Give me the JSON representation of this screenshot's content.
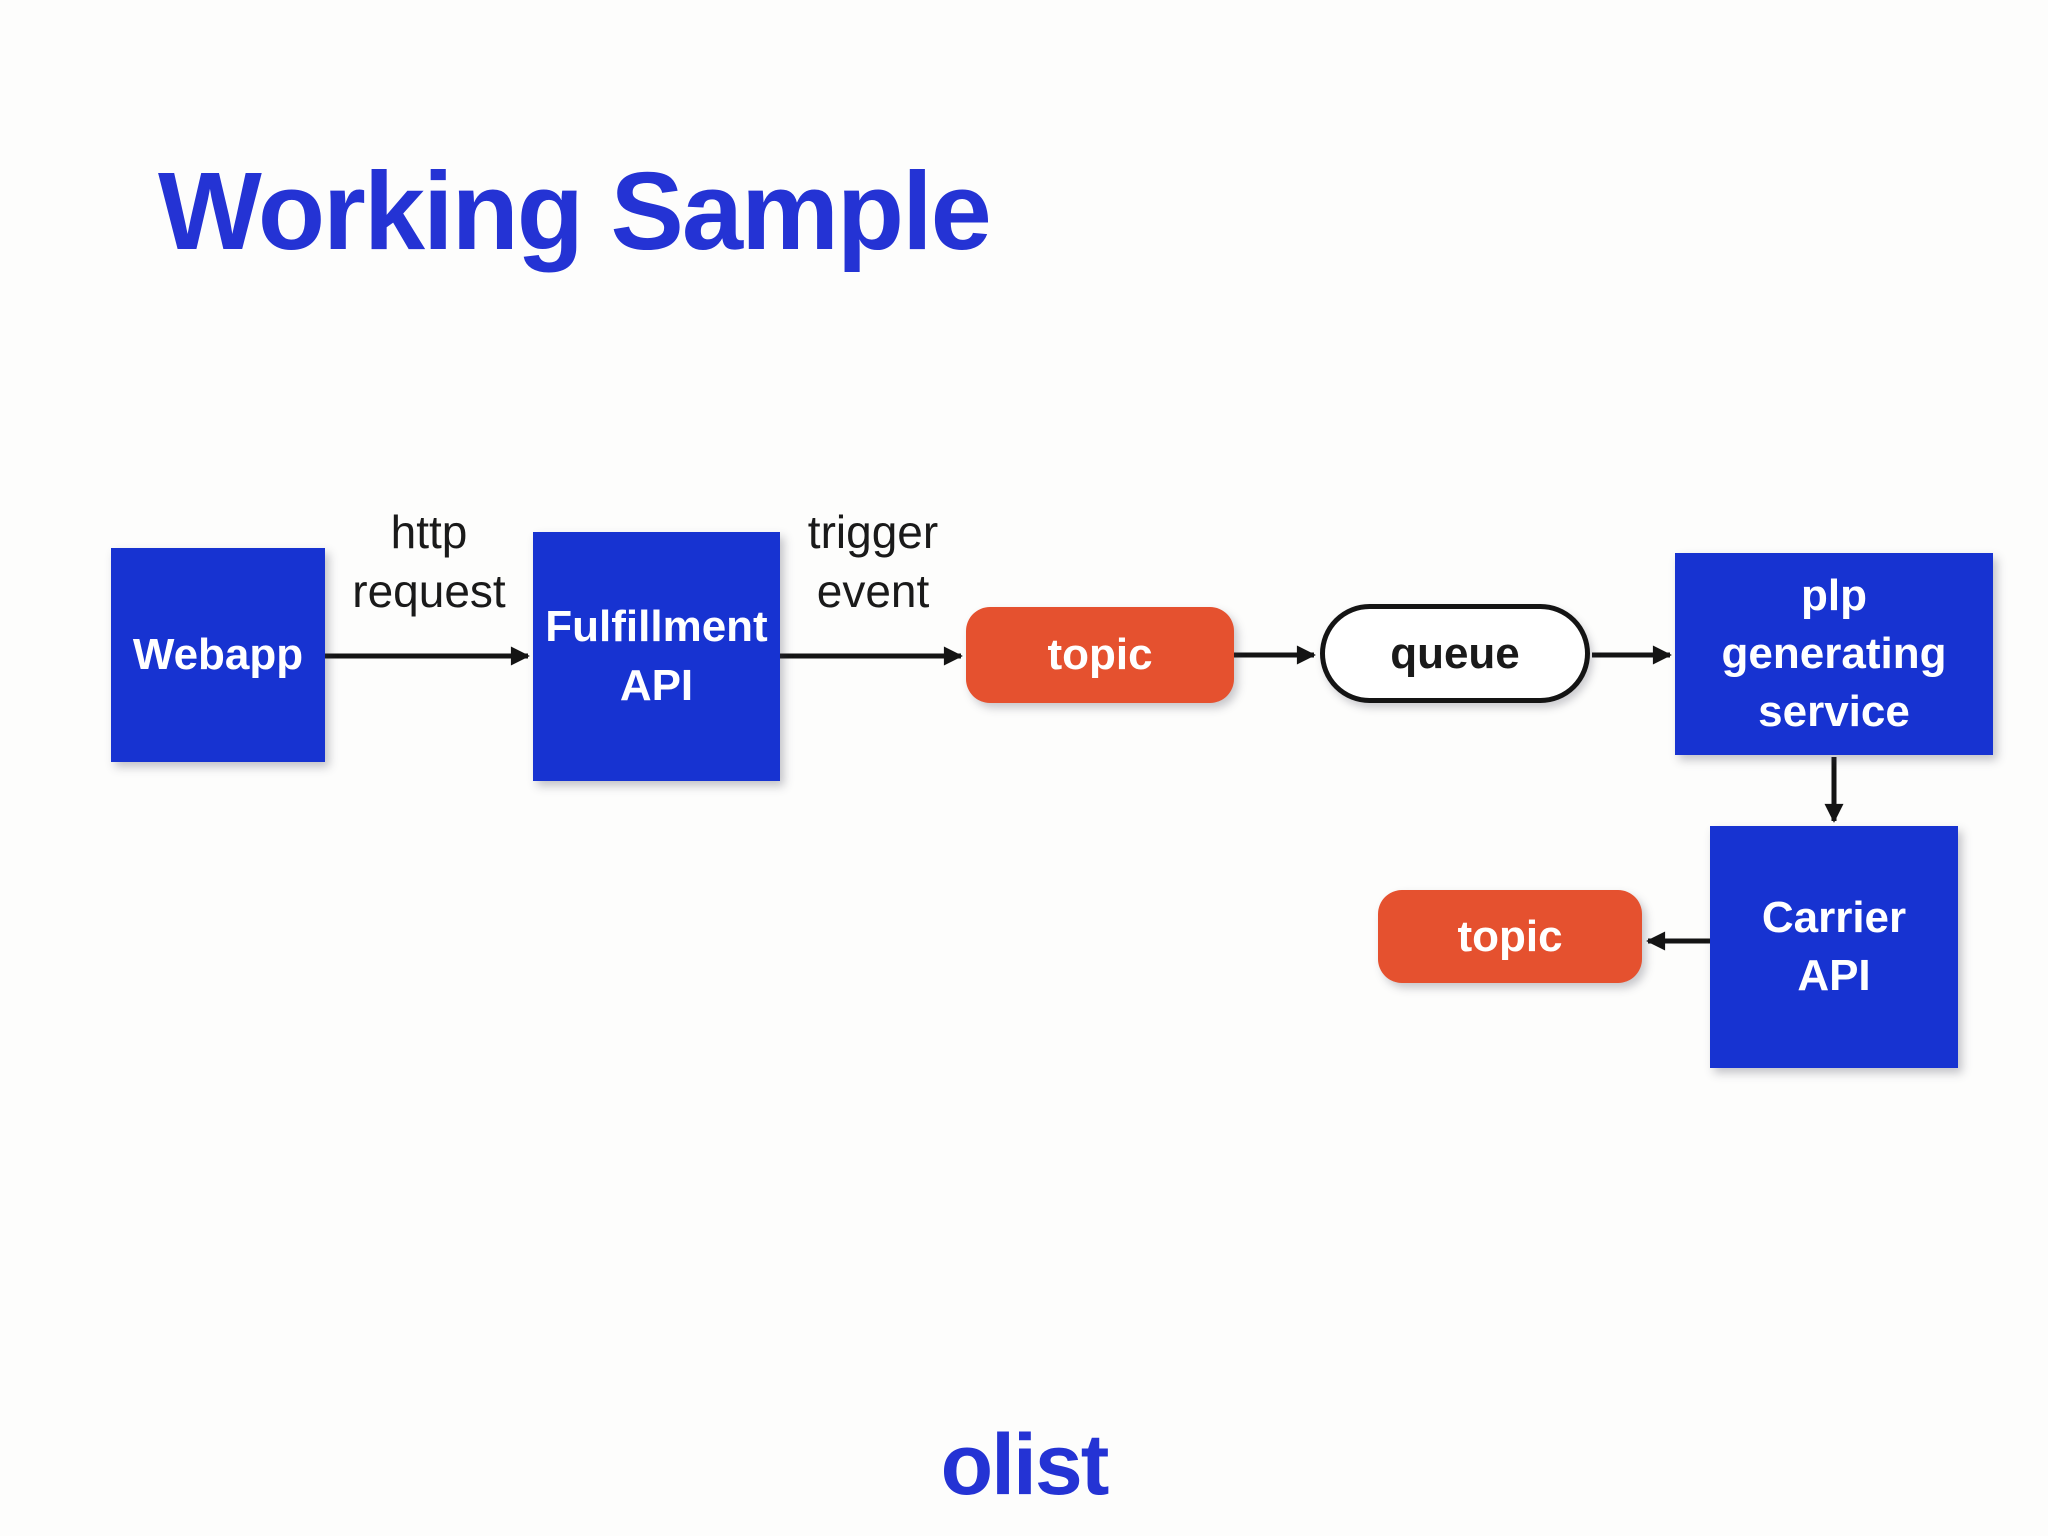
{
  "title": "Working Sample",
  "diagram": {
    "nodes": {
      "webapp": {
        "label": "Webapp"
      },
      "fulfillment": {
        "label": [
          "Fulfillment",
          "API"
        ]
      },
      "topic1": {
        "label": "topic"
      },
      "queue": {
        "label": "queue"
      },
      "plp_service": {
        "label": [
          "plp",
          "generating",
          "service"
        ]
      },
      "carrier_api": {
        "label": [
          "Carrier",
          "API"
        ]
      },
      "topic2": {
        "label": "topic"
      }
    },
    "edge_labels": {
      "http_request": [
        "http",
        "request"
      ],
      "trigger_event": [
        "trigger",
        "event"
      ]
    }
  },
  "footer": {
    "logo_text": "olist"
  },
  "colors": {
    "brand_blue": "#2433d4",
    "box_blue": "#1733d1",
    "topic_orange": "#e5512f",
    "queue_white": "#ffffff",
    "arrow_black": "#141414"
  }
}
